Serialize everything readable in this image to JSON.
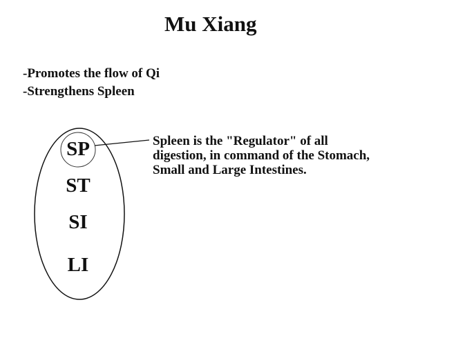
{
  "title": "Mu Xiang",
  "bullets": [
    "-Promotes the flow of Qi",
    "-Strengthens Spleen"
  ],
  "organs": [
    "SP",
    "ST",
    "SI",
    "LI"
  ],
  "note_lines": [
    "Spleen is the \"Regulator\" of all",
    "digestion, in command of the Stomach,",
    "Small and Large Intestines."
  ]
}
